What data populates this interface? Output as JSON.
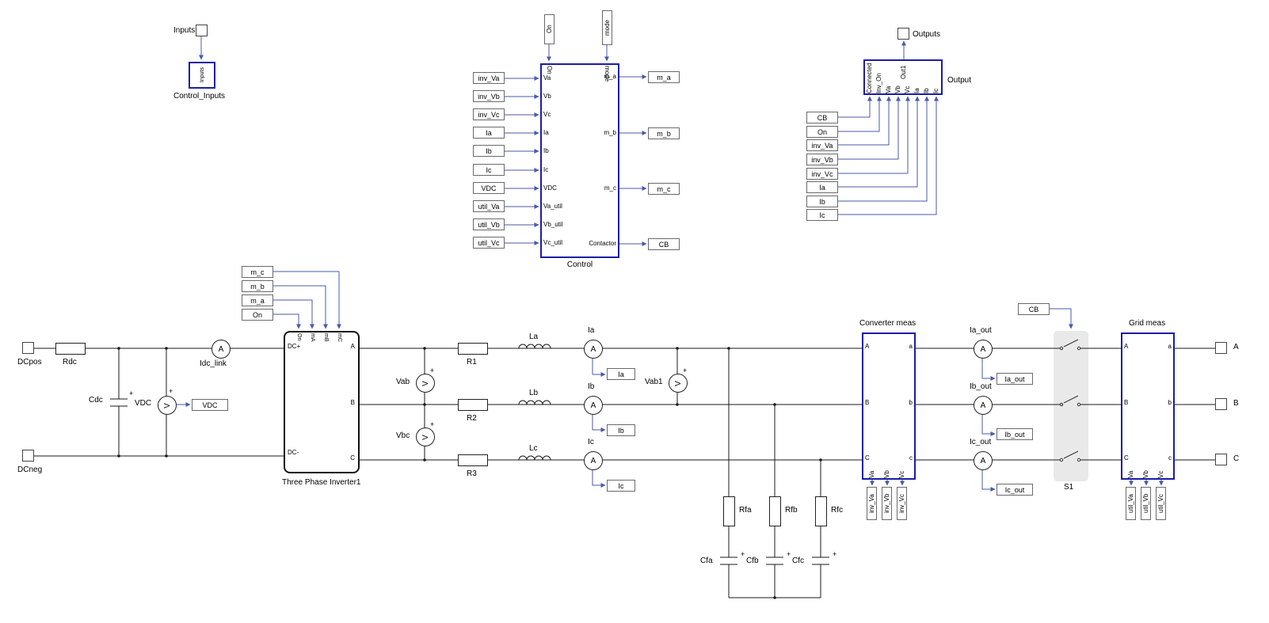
{
  "ui": {
    "ammeter_glyph": "A",
    "voltmeter_glyph": "V",
    "plus": "+",
    "colors": {
      "signal": "#4a5aa8",
      "power": "#1a1a1a",
      "subsystem_border": "#1c1ca8",
      "breaker_shade": "#e9e9e9"
    }
  },
  "control_inputs": {
    "port_label": "Inputs",
    "block_label": "Inputs",
    "caption": "Control_Inputs"
  },
  "control": {
    "caption": "Control",
    "top_tags": {
      "on": "On",
      "mode": "mode"
    },
    "top_port_labels": {
      "on": "On",
      "mode": "mode"
    },
    "left_tags": [
      "inv_Va",
      "inv_Vb",
      "inv_Vc",
      "Ia",
      "Ib",
      "Ic",
      "VDC",
      "util_Va",
      "util_Vb",
      "util_Vc"
    ],
    "left_ports": [
      "Va",
      "Vb",
      "Vc",
      "Ia",
      "Ib",
      "Ic",
      "VDC",
      "Va_util",
      "Vb_util",
      "Vc_util"
    ],
    "right_ports": [
      "m_a",
      "m_b",
      "m_c",
      "Contactor"
    ],
    "right_tags": [
      "m_a",
      "m_b",
      "m_c",
      "CB"
    ]
  },
  "output": {
    "caption": "Output",
    "port_label": "Outputs",
    "out1": "Out1",
    "bottom_ports": [
      "Connected",
      "Inv_On",
      "Va",
      "Vb",
      "Vc",
      "Ia",
      "Ib",
      "Ic"
    ],
    "left_tags": [
      "CB",
      "On",
      "inv_Va",
      "inv_Vb",
      "inv_Vc",
      "Ia",
      "Ib",
      "Ic"
    ]
  },
  "dc_bus": {
    "dcpos": "DCpos",
    "dcneg": "DCneg",
    "rdc": "Rdc",
    "cdc": "Cdc",
    "vdc_meter": "VDC",
    "vdc_tag": "VDC",
    "idc_meter": "Idc_link"
  },
  "inverter": {
    "caption": "Three Phase Inverter1",
    "gate_tags": [
      "m_c",
      "m_b",
      "m_a",
      "On"
    ],
    "gate_ports": [
      "On",
      "mA",
      "mB",
      "mC"
    ],
    "left_ports": {
      "dc_plus": "DC+",
      "dc_minus": "DC-"
    },
    "right_ports": [
      "A",
      "B",
      "C"
    ]
  },
  "ac_filter": {
    "series_r": [
      "R1",
      "R2",
      "R3"
    ],
    "series_l": [
      "La",
      "Lb",
      "Lc"
    ],
    "phase_meters": [
      "Ia",
      "Ib",
      "Ic"
    ],
    "phase_tags": [
      "Ia",
      "Ib",
      "Ic"
    ],
    "v_meters": [
      "Vab",
      "Vbc",
      "Vab1"
    ],
    "damp_r": [
      "Rfa",
      "Rfb",
      "Rfc"
    ],
    "filter_c": [
      "Cfa",
      "Cfb",
      "Cfc"
    ]
  },
  "converter_meas": {
    "caption": "Converter meas",
    "left_ports": [
      "A",
      "B",
      "C"
    ],
    "right_ports": [
      "a",
      "b",
      "c"
    ],
    "bottom_ports": [
      "Va",
      "Vb",
      "Vc"
    ],
    "bottom_tags": [
      "inv_Va",
      "inv_Vb",
      "inv_Vc"
    ]
  },
  "output_meters": {
    "labels": [
      "Ia_out",
      "Ib_out",
      "Ic_out"
    ],
    "tags": [
      "Ia_out",
      "Ib_out",
      "Ic_out"
    ]
  },
  "breaker": {
    "caption": "S1",
    "cb_tag": "CB"
  },
  "grid_meas": {
    "caption": "Grid meas",
    "left_ports": [
      "A",
      "B",
      "C"
    ],
    "right_ports": [
      "a",
      "b",
      "c"
    ],
    "bottom_ports": [
      "Va",
      "Vb",
      "Vc"
    ],
    "bottom_tags": [
      "util_Va",
      "util_Vb",
      "util_Vc"
    ]
  },
  "grid_ports": [
    "A",
    "B",
    "C"
  ]
}
